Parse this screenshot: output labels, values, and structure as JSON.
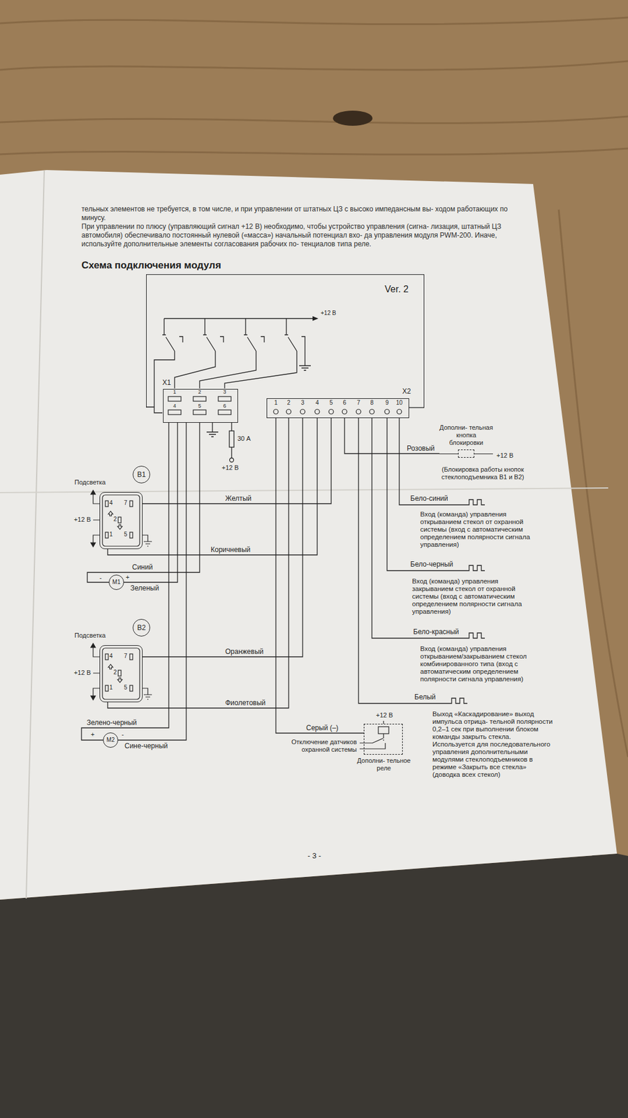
{
  "diagram": {
    "title": "Схема подключения модуля",
    "nodes": [
      {
        "text": [
          "Ver. 2"
        ]
      },
      {
        "text": [
          "X1"
        ],
        "in": 0
      },
      {
        "text": [
          "X2"
        ],
        "in": 0
      },
      {
        "text": [
          "Дополни- тельная кнопка блокировки"
        ]
      },
      {
        "text": [
          "B1"
        ]
      },
      {
        "text": [
          "M1"
        ]
      },
      {
        "text": [
          "B2"
        ]
      },
      {
        "text": [
          "M2"
        ]
      },
      {
        "text": [
          "Дополни- тельное реле"
        ]
      }
    ],
    "edges": [
      {
        "from": 2,
        "to": 4,
        "arrow": "none",
        "label": "Желтый"
      },
      {
        "from": 2,
        "to": 4,
        "arrow": "none",
        "label": "Коричневый"
      },
      {
        "from": 1,
        "to": 5,
        "arrow": "none",
        "label": "Синий"
      },
      {
        "from": 1,
        "to": 5,
        "arrow": "none",
        "label": "Зеленый"
      },
      {
        "from": 2,
        "to": 6,
        "arrow": "none",
        "label": "Оранжевый"
      },
      {
        "from": 2,
        "to": 6,
        "arrow": "none",
        "label": "Фиолетовый"
      },
      {
        "from": 1,
        "to": 7,
        "arrow": "none",
        "label": "Зелено-черный"
      },
      {
        "from": 1,
        "to": 7,
        "arrow": "none",
        "label": "Сине-черный"
      },
      {
        "from": 2,
        "to": 3,
        "arrow": "none",
        "label": "Розовый"
      },
      {
        "from": 2,
        "to": 8,
        "arrow": "none",
        "label": "Серый (–)"
      }
    ],
    "labels": [
      "тельных элементов не требуется, в том числе, и при управлении от штатных ЦЗ с высоко импедансным вы- ходом работающих по минусу.",
      "При управлении по плюсу (управляющий сигнал +12 В) необходимо, чтобы устройство управления (сигна- лизация, штатный ЦЗ автомобиля) обеспечивало постоянный нулевой («масса») начальный потенциал вхо- да управления модуля PWM-200. Иначе, используйте дополнительные элементы согласования рабочих по- тенциалов типа реле.",
      "+12 В",
      "1",
      "2",
      "3",
      "4",
      "5",
      "6",
      "1",
      "2",
      "3",
      "4",
      "5",
      "6",
      "7",
      "8",
      "9",
      "10",
      "30 А",
      "+12 В",
      "+12 В",
      "(Блокировка работы кнопок стеклоподъемника B1 и B2)",
      "Подсветка",
      "+12 В",
      "4",
      "7",
      "2",
      "1",
      "5",
      "Бело-синий",
      "Вход (команда) управления открыванием стекол от охранной системы (вход с автоматическим определением полярности сигнала управления)",
      "-",
      "+",
      "Бело-черный",
      "Вход (команда) управления закрыванием стекол от охранной системы (вход с автоматическим определением полярности сигнала управления)",
      "Подсветка",
      "+12 В",
      "4",
      "7",
      "2",
      "1",
      "5",
      "Бело-красный",
      "Вход (команда) управления открыванием/закрыванием стекол комбинированного типа (вход с автоматическим определением полярности сигнала управления)",
      "Белый",
      "Выход «Каскадирование» выход импульса отрица- тельной полярности 0,2–1 сек при выполнении блоком команды закрыть стекла. Используется для последовательного управления дополнительными модулями стеклоподъемников в режиме «Закрыть все стекла» (доводка всех стекол)",
      "+",
      "-",
      "+12 В",
      "Отключение датчиков охранной системы",
      "- 3 -"
    ]
  }
}
